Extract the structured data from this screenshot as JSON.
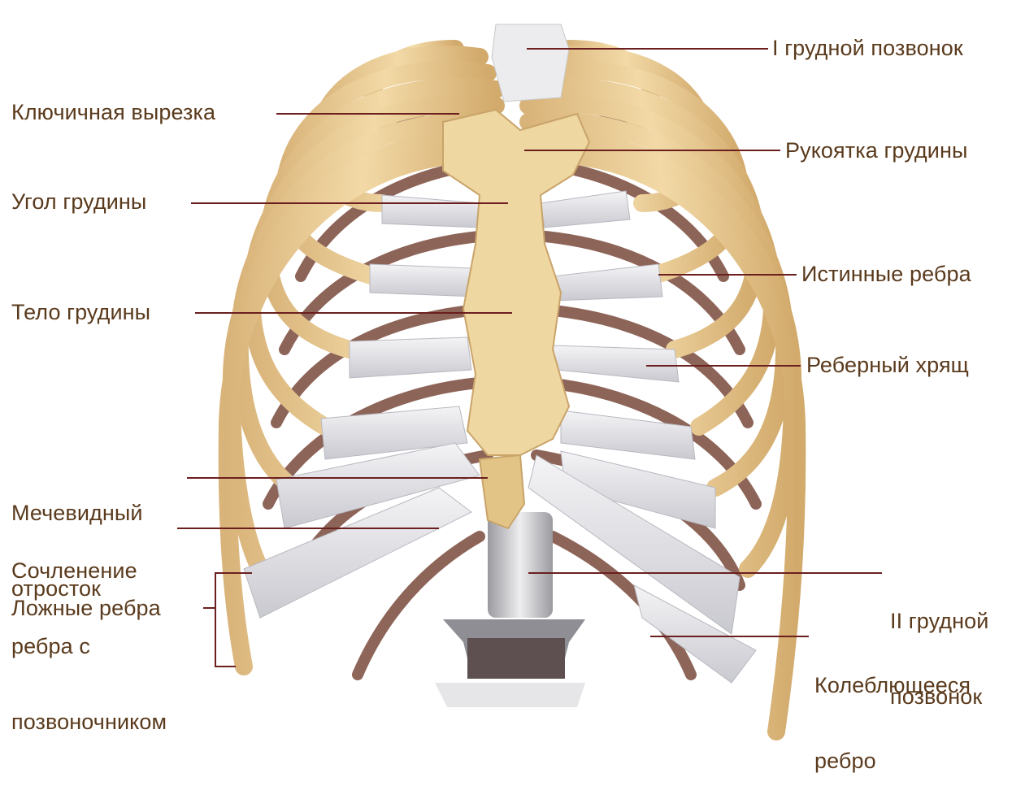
{
  "labels": {
    "vertebra_1": "I грудной позвонок",
    "clavicular_notch": "Ключичная вырезка",
    "manubrium": "Рукоятка грудины",
    "sternal_angle": "Угол грудины",
    "true_ribs": "Истинные ребра",
    "sternum_body": "Тело грудины",
    "costal_cartilage": "Реберный хрящ",
    "xiphoid_line1": "Мечевидный",
    "xiphoid_line2": "отросток",
    "costovertebral_line1": "Сочленение",
    "costovertebral_line2": "ребра с",
    "costovertebral_line3": "позвоночником",
    "false_ribs": "Ложные ребра",
    "vertebra_2_line1": "II грудной",
    "vertebra_2_line2": "позвонок",
    "floating_rib_line1": "Колеблющееся",
    "floating_rib_line2": "ребро"
  },
  "colors": {
    "bone": "#e8c98f",
    "bone_shade": "#c89a5a",
    "cartilage": "#e6e6ea",
    "rib_back": "#8a5a4a",
    "leader": "#6b1f1f",
    "text": "#5a3a1c"
  }
}
